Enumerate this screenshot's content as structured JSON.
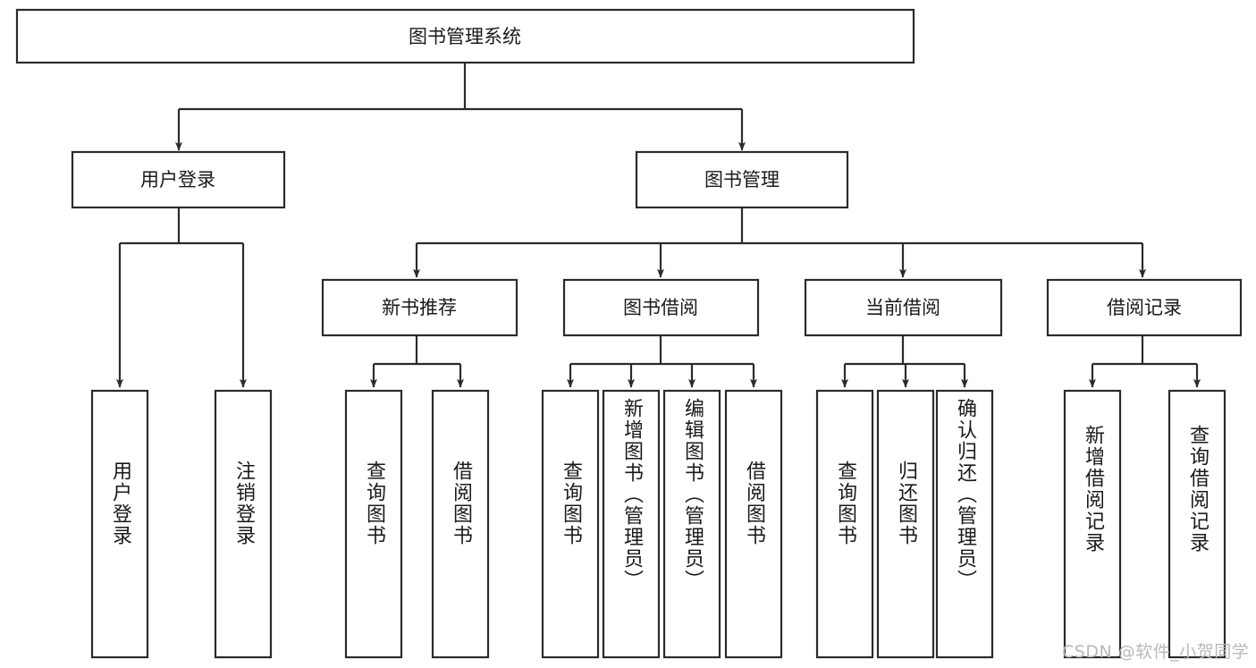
{
  "diagram": {
    "type": "tree-hierarchy",
    "title": "图书管理系统",
    "watermark": "CSDN @软件_小贺同学",
    "colors": {
      "box_stroke": "#2b2b2b",
      "box_fill": "#ffffff",
      "text": "#1a1a1a",
      "background": "#ffffff",
      "watermark": "#b9b9b9"
    },
    "levels": {
      "root": {
        "label": "图书管理系统"
      },
      "level2": [
        {
          "label": "用户登录"
        },
        {
          "label": "图书管理"
        }
      ],
      "level3": [
        {
          "label": "新书推荐"
        },
        {
          "label": "图书借阅"
        },
        {
          "label": "当前借阅"
        },
        {
          "label": "借阅记录"
        }
      ],
      "leaves": [
        {
          "label": "用户登录",
          "parent": "用户登录"
        },
        {
          "label": "注销登录",
          "parent": "用户登录"
        },
        {
          "label": "查询图书",
          "parent": "新书推荐"
        },
        {
          "label": "借阅图书",
          "parent": "新书推荐"
        },
        {
          "label": "查询图书",
          "parent": "图书借阅"
        },
        {
          "label": "新增图书（管理员）",
          "parent": "图书借阅"
        },
        {
          "label": "编辑图书（管理员）",
          "parent": "图书借阅"
        },
        {
          "label": "借阅图书",
          "parent": "图书借阅"
        },
        {
          "label": "查询图书",
          "parent": "当前借阅"
        },
        {
          "label": "归还图书",
          "parent": "当前借阅"
        },
        {
          "label": "确认归还（管理员）",
          "parent": "当前借阅"
        },
        {
          "label": "新增借阅记录",
          "parent": "借阅记录"
        },
        {
          "label": "查询借阅记录",
          "parent": "借阅记录"
        }
      ]
    }
  }
}
